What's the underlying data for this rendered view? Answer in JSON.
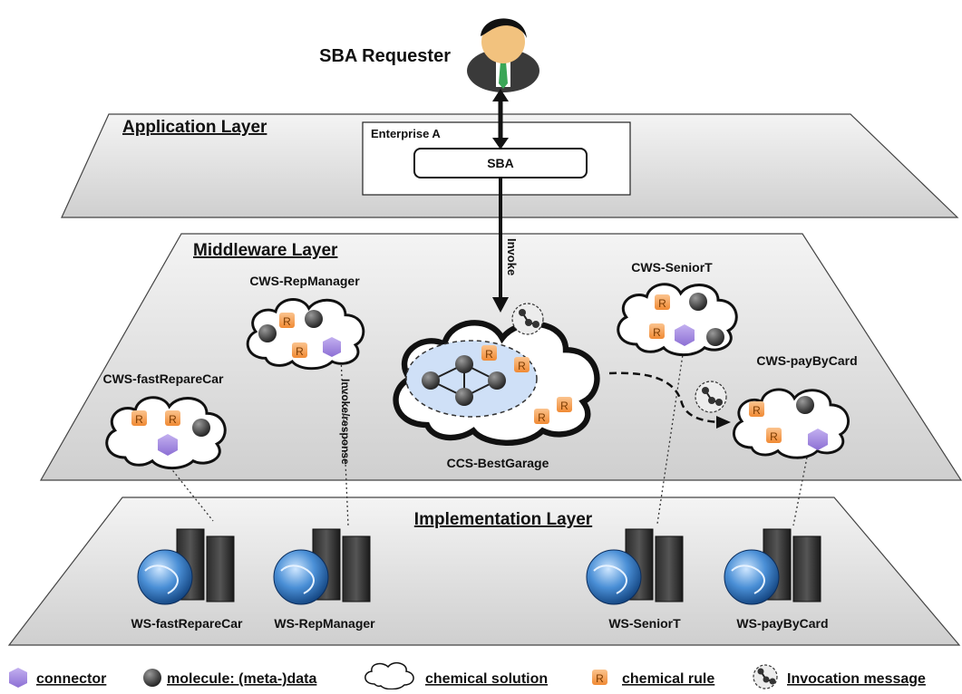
{
  "requester": {
    "label": "SBA Requester"
  },
  "layers": {
    "application": "Application Layer",
    "middleware": "Middleware Layer",
    "implementation": "Implementation Layer"
  },
  "enterprise": {
    "label": "Enterprise A",
    "sba": "SBA"
  },
  "arrows": {
    "invoke": "Invoke",
    "invoke_response": "Invoke/response"
  },
  "clouds": {
    "rep_manager": "CWS-RepManager",
    "fast_repare_car": "CWS-fastRepareCar",
    "best_garage": "CCS-BestGarage",
    "senior_t": "CWS-SeniorT",
    "pay_by_card": "CWS-payByCard"
  },
  "servers": {
    "fast_repare_car": "WS-fastRepareCar",
    "rep_manager": "WS-RepManager",
    "senior_t": "WS-SeniorT",
    "pay_by_card": "WS-payByCard"
  },
  "rule_letter": "R",
  "legend": {
    "connector": "connector",
    "molecule": "molecule: (meta-)data",
    "solution": "chemical solution",
    "rule": "chemical rule",
    "invocation": "Invocation message"
  },
  "colors": {
    "layer_fill": "#dcdcdc",
    "connector": "#a98fe0",
    "rule": "#f6a25a",
    "inner_solution": "#cfe0f7"
  }
}
